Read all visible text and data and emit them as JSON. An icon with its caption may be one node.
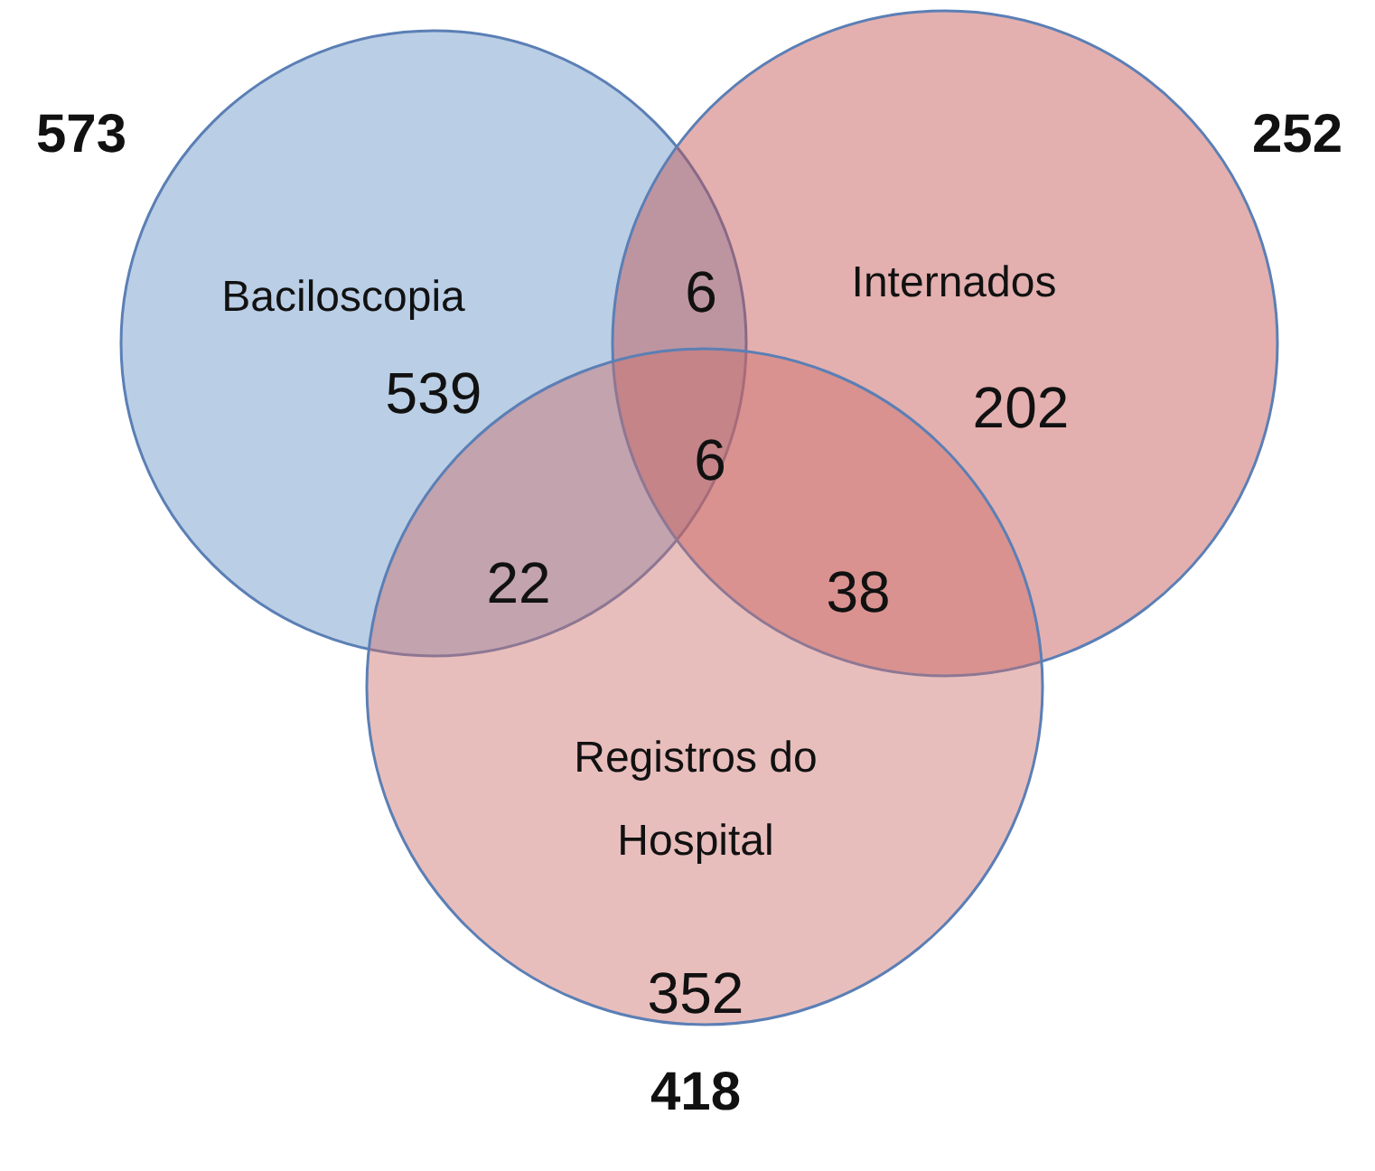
{
  "diagram": {
    "nodes": [
      {
        "text": [
          "Baciloscopia",
          "539"
        ],
        "beside": [
          "573"
        ]
      },
      {
        "text": [
          "Internados",
          "202"
        ],
        "beside": [
          "252"
        ]
      },
      {
        "text": [
          "Registros do Hospital",
          "352"
        ],
        "beside": [
          "418"
        ]
      }
    ],
    "labels": [
      "6",
      "6",
      "22",
      "38"
    ]
  }
}
